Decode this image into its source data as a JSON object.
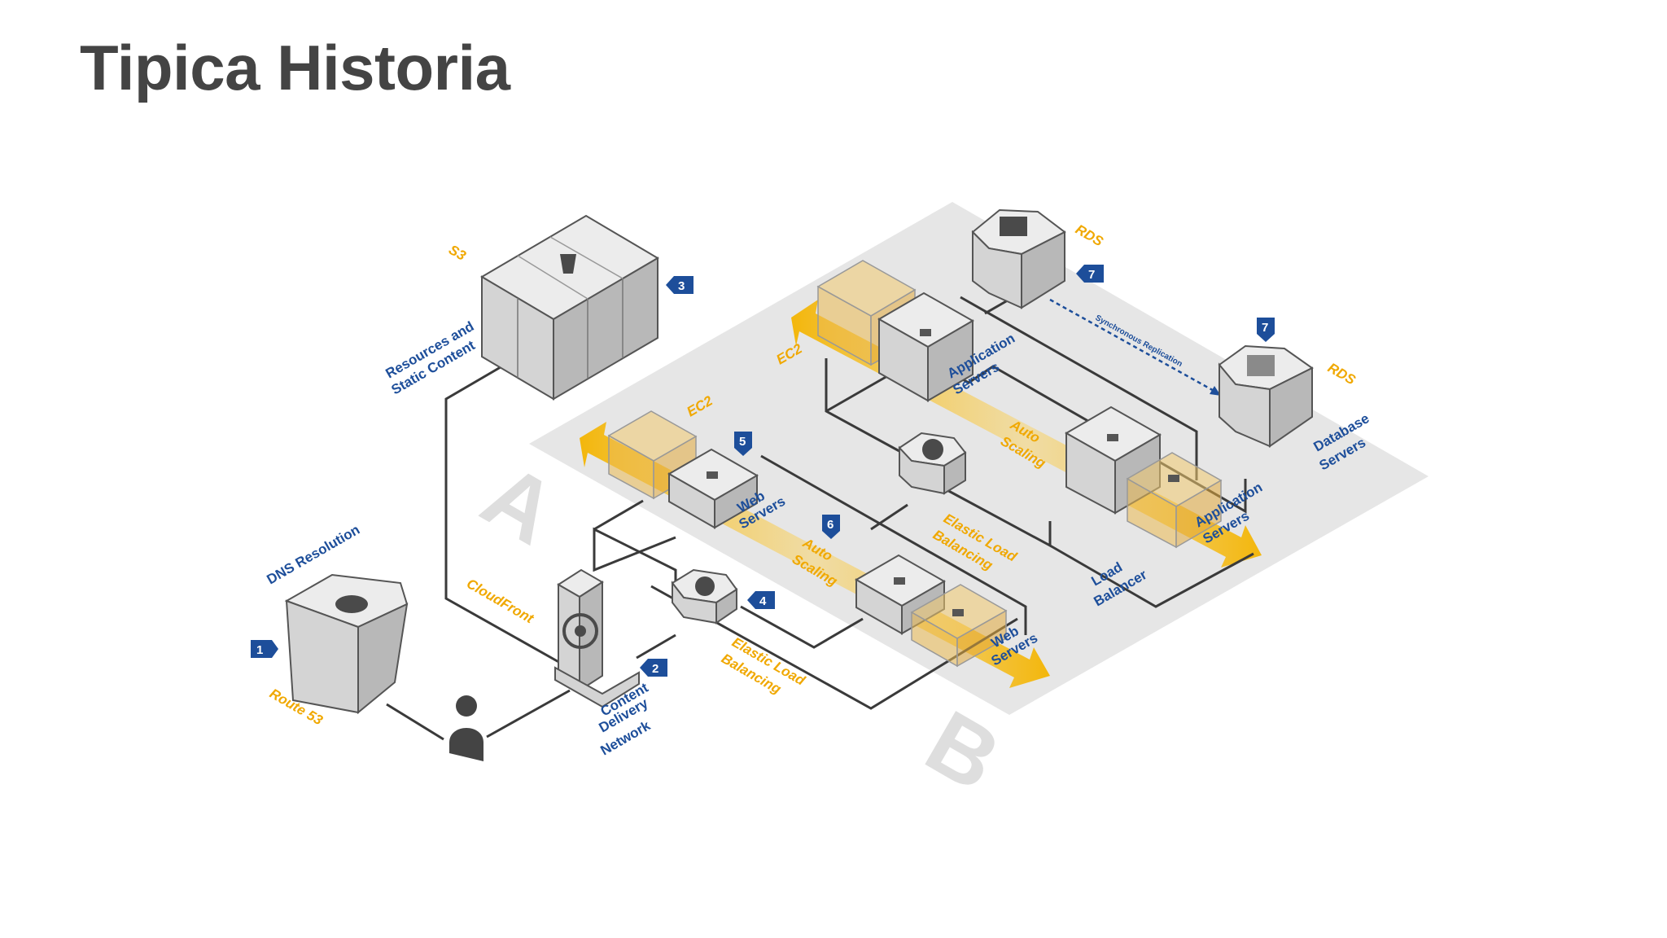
{
  "slide": {
    "title": "Tipica Historia"
  },
  "diagram": {
    "zones": {
      "a": "A",
      "b": "B"
    },
    "labels": {
      "dns_resolution": "DNS Resolution",
      "route53": "Route 53",
      "resources_line1": "Resources and",
      "resources_line2": "Static Content",
      "s3": "S3",
      "cloudfront": "CloudFront",
      "cdn_line1": "Content",
      "cdn_line2": "Delivery",
      "cdn_line3": "Network",
      "ec2_a": "EC2",
      "ec2_b": "EC2",
      "web_servers_1_line1": "Web",
      "web_servers_1_line2": "Servers",
      "web_servers_2_line1": "Web",
      "web_servers_2_line2": "Servers",
      "auto_scaling_1_line1": "Auto",
      "auto_scaling_1_line2": "Scaling",
      "auto_scaling_2_line1": "Auto",
      "auto_scaling_2_line2": "Scaling",
      "elb_1_line1": "Elastic Load",
      "elb_1_line2": "Balancing",
      "elb_2_line1": "Elastic Load",
      "elb_2_line2": "Balancing",
      "app_servers_1_line1": "Application",
      "app_servers_1_line2": "Servers",
      "app_servers_2_line1": "Application",
      "app_servers_2_line2": "Servers",
      "load_balancer_line1": "Load",
      "load_balancer_line2": "Balancer",
      "rds_1": "RDS",
      "rds_2": "RDS",
      "db_servers_line1": "Database",
      "db_servers_line2": "Servers",
      "replication": "Synchronous Replication"
    },
    "badges": {
      "b1": "1",
      "b2": "2",
      "b3": "3",
      "b4": "4",
      "b5": "5",
      "b6": "6",
      "b7a": "7",
      "b7b": "7"
    },
    "colors": {
      "accent_orange": "#f0a800",
      "label_blue": "#1d4e9a",
      "platform_gray": "#e6e6e6",
      "title_gray": "#444444"
    }
  }
}
